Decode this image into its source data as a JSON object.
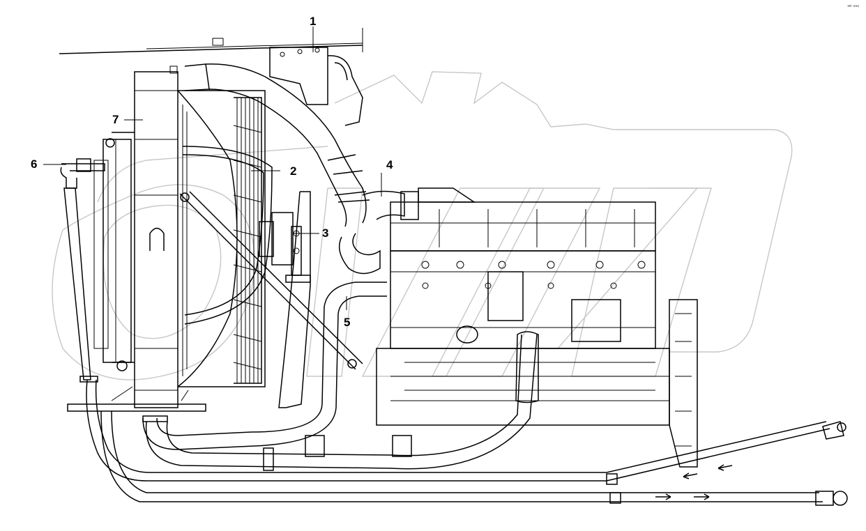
{
  "diagram": {
    "corner_code": "ᵃᴰ ᵃᵃᵃ",
    "accent_color": "#000000",
    "watermark_color": "#c7c7c7",
    "labels": [
      {
        "id": "1",
        "text": "1"
      },
      {
        "id": "2",
        "text": "2"
      },
      {
        "id": "3",
        "text": "3"
      },
      {
        "id": "4",
        "text": "4"
      },
      {
        "id": "5",
        "text": "5"
      },
      {
        "id": "6",
        "text": "6"
      },
      {
        "id": "7",
        "text": "7"
      }
    ]
  }
}
